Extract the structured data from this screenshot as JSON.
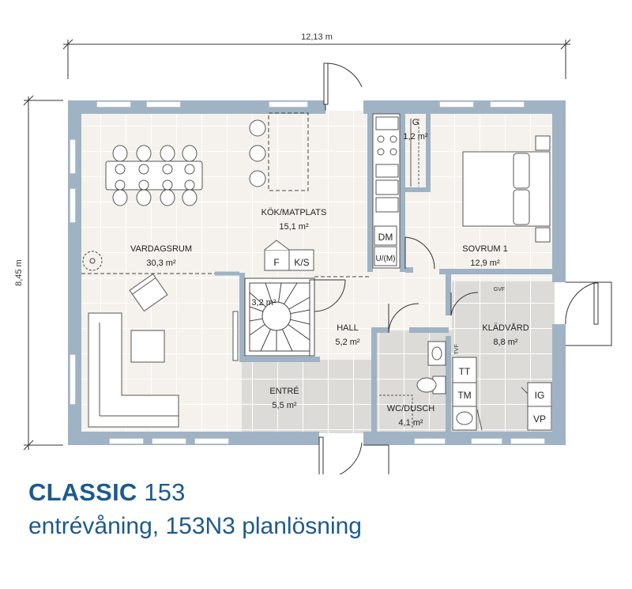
{
  "dimensions": {
    "width_label": "12,13 m",
    "height_label": "8,45 m"
  },
  "rooms": {
    "kok": {
      "name": "KÖK/MATPLATS",
      "area": "15,1 m²"
    },
    "vardagsrum": {
      "name": "VARDAGSRUM",
      "area": "30,3 m²"
    },
    "sovrum": {
      "name": "SOVRUM 1",
      "area": "12,9 m²"
    },
    "g": {
      "name": "G",
      "area": "1,2 m²"
    },
    "hall": {
      "name": "HALL",
      "area": "5,2 m²"
    },
    "klad": {
      "name": "KLÄDVÅRD",
      "area": "8,8 m²"
    },
    "entre": {
      "name": "ENTRÉ",
      "area": "5,5 m²"
    },
    "wc": {
      "name": "WC/DUSCH",
      "area": "4,1 m²"
    },
    "stair": {
      "area": "3,2 m²"
    }
  },
  "fixtures": {
    "f": "F",
    "ks": "K/S",
    "dm": "DM",
    "uj": "U/(M)",
    "tt": "TT",
    "tm": "TM",
    "ig": "IG",
    "vp": "VP",
    "gvf": "GVF",
    "tvf": "TVF"
  },
  "title": {
    "brand": "CLASSIC",
    "model": "153",
    "subtitle": "entrévåning, 153N3 planlösning"
  },
  "colors": {
    "wall": "#9fb3c4",
    "floor_tile": "#f4f1ec",
    "wet_floor": "#dcdad6",
    "title": "#1d5a8e"
  }
}
